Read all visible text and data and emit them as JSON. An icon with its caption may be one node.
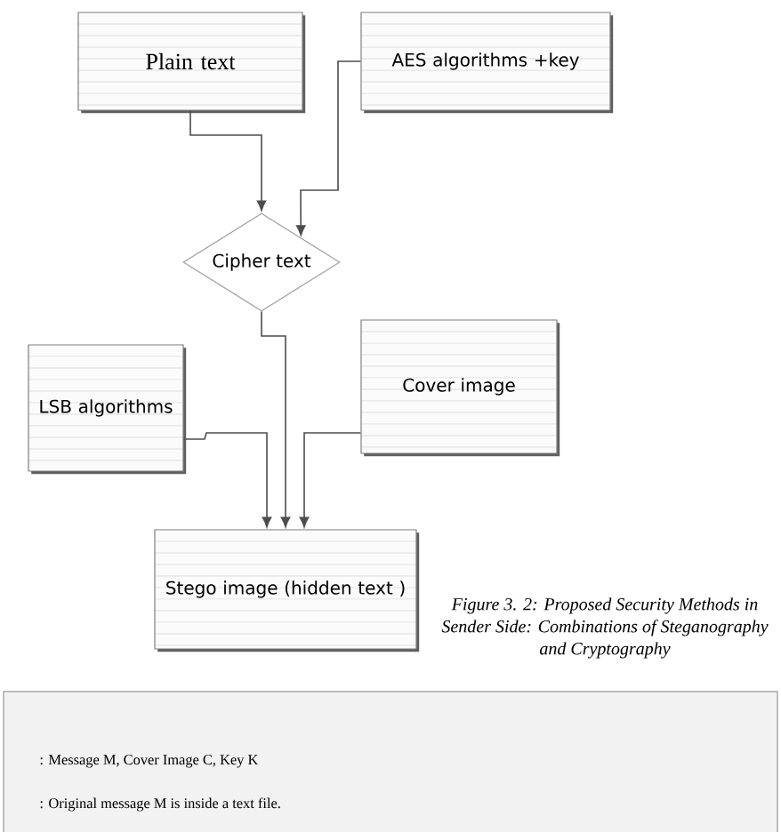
{
  "diagram": {
    "caption": "Figure 3. 2: Proposed Security Methods in Sender Side: Combinations of Steganography and Cryptography",
    "nodes": [
      {
        "text": [
          "Plain text"
        ]
      },
      {
        "text": [
          "AES algorithms +key"
        ]
      },
      {
        "text": [
          "Cipher text"
        ]
      },
      {
        "text": [
          "LSB algorithms"
        ]
      },
      {
        "text": [
          "Cover image"
        ]
      },
      {
        "text": [
          "Stego image (hidden text )"
        ]
      },
      {
        "text": [
          ": Message M, Cover Image C, Key K",
          ": Original message M is inside a text file."
        ]
      }
    ],
    "edges": [
      {
        "from": 0,
        "to": 2,
        "arrow": "to"
      },
      {
        "from": 1,
        "to": 2,
        "arrow": "to"
      },
      {
        "from": 2,
        "to": 5,
        "arrow": "to"
      },
      {
        "from": 3,
        "to": 5,
        "arrow": "to"
      },
      {
        "from": 4,
        "to": 5,
        "arrow": "to"
      }
    ]
  }
}
